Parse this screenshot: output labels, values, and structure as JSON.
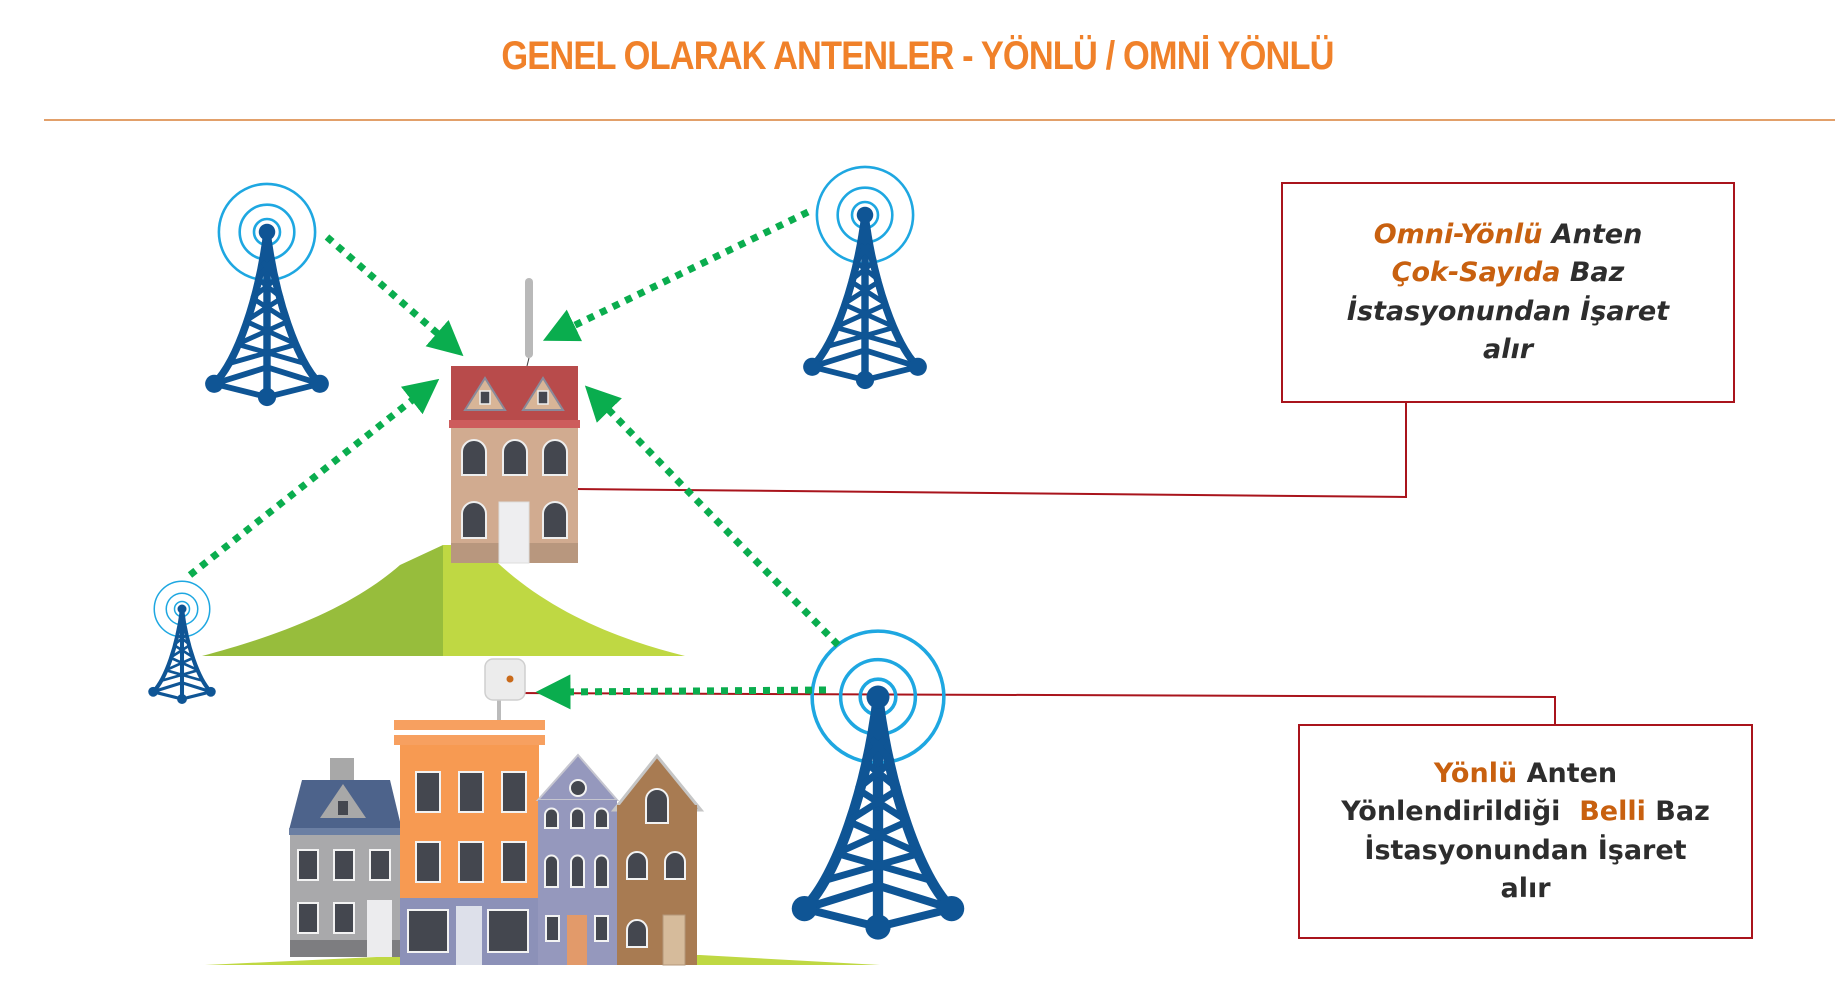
{
  "title": "GENEL OLARAK ANTENLER - YÖNLÜ / OMNİ YÖNLÜ",
  "colors": {
    "title": "#f0812a",
    "divider": "#e2a06a",
    "callout_border": "#a9141c",
    "highlight_text": "#c8600f",
    "body_text": "#2d2d2d",
    "signal_arrow": "#0aad4e",
    "tower": "#0f5595",
    "tower_rings": "#1ea7e1",
    "hill_left": "#97bd3c",
    "hill_right": "#bfd843"
  },
  "callouts": {
    "omni": {
      "lines": [
        {
          "highlight": "Omni-Yönlü",
          "rest": " Anten"
        },
        {
          "highlight": "Çok-Sayıda",
          "rest": " Baz"
        },
        {
          "highlight": "",
          "rest": "İstasyonundan İşaret"
        },
        {
          "highlight": "",
          "rest": "alır"
        }
      ]
    },
    "directional": {
      "lines": [
        {
          "pre": "",
          "highlight": "Yönlü",
          "rest": " Anten"
        },
        {
          "pre": "Yönlendirildiği  ",
          "highlight": "Belli",
          "rest": " Baz"
        },
        {
          "pre": "",
          "highlight": "",
          "rest": "İstasyonundan İşaret"
        },
        {
          "pre": "",
          "highlight": "",
          "rest": "alır"
        }
      ]
    }
  },
  "diagram": {
    "towers": [
      {
        "id": "tower-top-left",
        "icon": "cell-tower-icon"
      },
      {
        "id": "tower-top-right",
        "icon": "cell-tower-icon"
      },
      {
        "id": "tower-small-left",
        "icon": "cell-tower-icon"
      },
      {
        "id": "tower-large-bottom",
        "icon": "cell-tower-icon"
      }
    ],
    "buildings": [
      {
        "id": "hill-house",
        "icon": "house-icon",
        "antenna": "omni-antenna-icon"
      },
      {
        "id": "town-row",
        "icon": "townhouses-icon",
        "antenna": "panel-antenna-icon"
      }
    ],
    "signals": [
      {
        "from": "tower-top-left",
        "to": "hill-house"
      },
      {
        "from": "tower-top-right",
        "to": "hill-house"
      },
      {
        "from": "tower-small-left",
        "to": "hill-house"
      },
      {
        "from": "tower-large-bottom",
        "to": "hill-house"
      },
      {
        "from": "tower-large-bottom",
        "to": "town-row"
      }
    ]
  }
}
